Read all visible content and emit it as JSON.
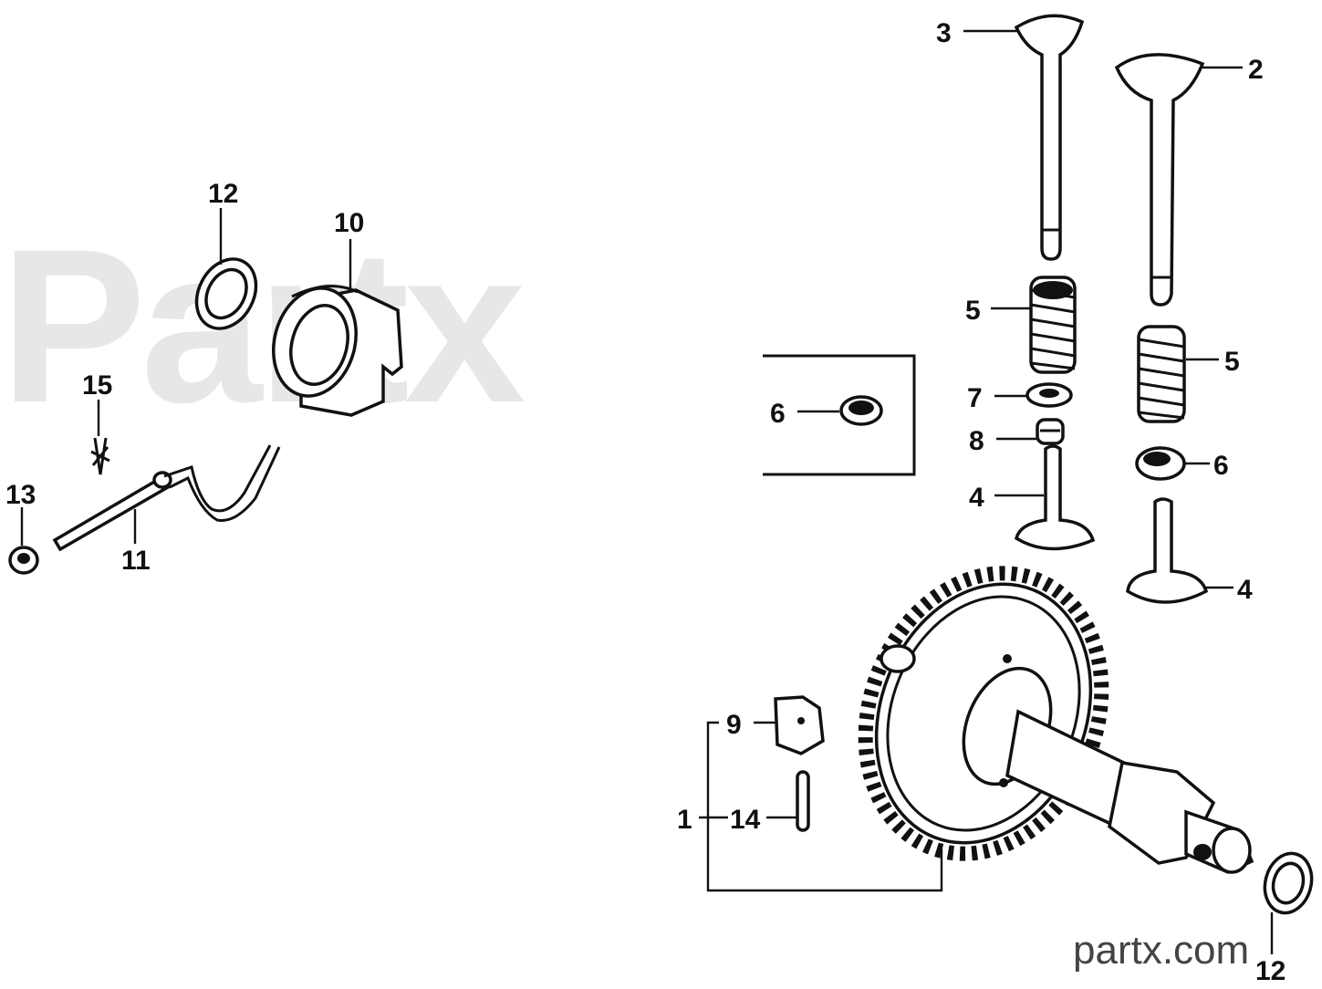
{
  "watermark": {
    "text": "Partx"
  },
  "site": {
    "text": "partx.com"
  },
  "callouts": {
    "c1": "1",
    "c2": "2",
    "c3": "3",
    "c4a": "4",
    "c4b": "4",
    "c5a": "5",
    "c5b": "5",
    "c6a": "6",
    "c6b": "6",
    "c7": "7",
    "c8": "8",
    "c9": "9",
    "c10": "10",
    "c11": "11",
    "c12a": "12",
    "c12b": "12",
    "c13": "13",
    "c14": "14",
    "c15": "15"
  }
}
